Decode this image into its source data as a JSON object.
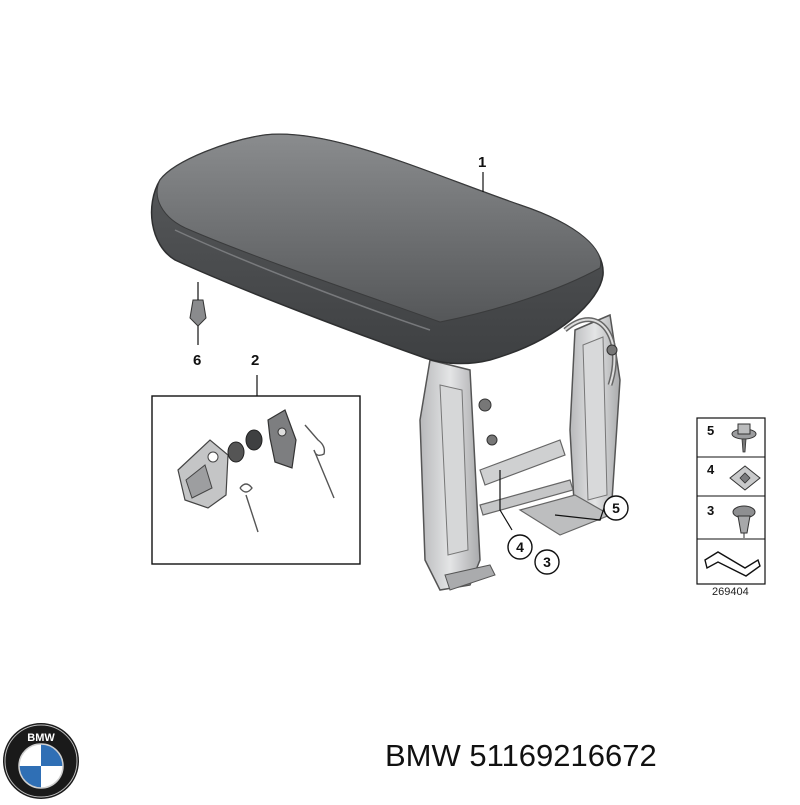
{
  "diagram": {
    "callouts": {
      "armrest": "1",
      "hinge_kit": "2",
      "clip_nut": "4",
      "screw_bottom": "3",
      "bolt": "5",
      "pin": "6"
    },
    "parts_legend": {
      "rows": [
        {
          "num": "5",
          "icon": "flange-bolt-icon"
        },
        {
          "num": "4",
          "icon": "clip-nut-icon"
        },
        {
          "num": "3",
          "icon": "expanding-rivet-icon"
        },
        {
          "num": "",
          "icon": "bracket-profile-icon"
        }
      ],
      "reference": "269404"
    }
  },
  "brand": {
    "logo_text": "BMW",
    "caption_brand": "BMW",
    "caption_part_number": "51169216672"
  },
  "colors": {
    "armrest_top": "#7a7c7e",
    "armrest_dark": "#4d4f51",
    "bracket": "#c9cacc",
    "bmw_blue": "#2f6fb5",
    "bmw_ring": "#1a1a1a"
  }
}
